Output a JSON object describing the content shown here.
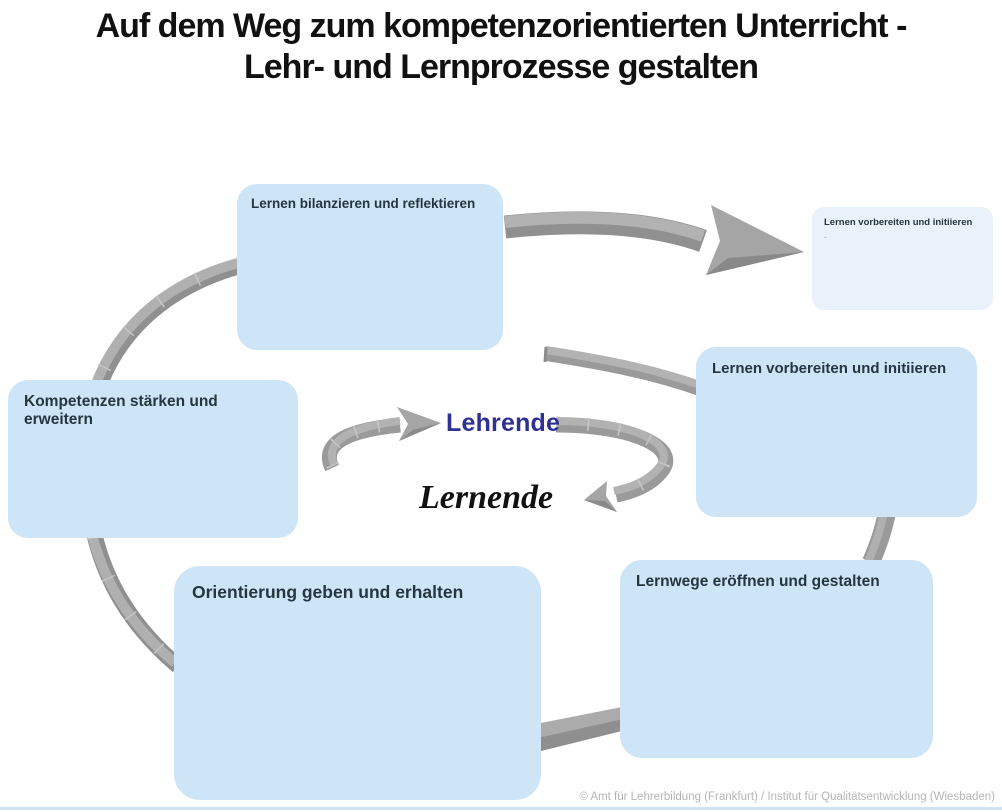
{
  "title": {
    "line1": "Auf dem Weg zum kompetenzorientierten Unterricht -",
    "line2": "Lehr- und Lernprozesse gestalten"
  },
  "cycle": {
    "teachers": "Lehrende",
    "learners": "Lernende"
  },
  "boxes": {
    "bilanzieren": {
      "label": "Lernen bilanzieren und reflektieren"
    },
    "vorbereiten_small": {
      "label": "Lernen vorbereiten und initiieren",
      "note": "-"
    },
    "vorbereiten": {
      "label": "Lernen vorbereiten und initiieren"
    },
    "kompetenzen": {
      "label": "Kompetenzen stärken und erweitern"
    },
    "orientierung": {
      "label": "Orientierung geben und erhalten"
    },
    "lernwege": {
      "label": "Lernwege eröffnen und gestalten"
    }
  },
  "footer": {
    "credit": "© Amt für Lehrerbildung (Frankfurt) / Institut für Qualitätsentwicklung (Wiesbaden)"
  },
  "icons": {
    "arrows": [
      "arrow-bilanzieren-to-vorbereiten-icon",
      "outer-cycle-left-arc-icon",
      "vorbereiten-link-arc-icon",
      "right-connector-arc-icon",
      "bottom-connector-ribbon-icon",
      "cycle-arrow-to-lehrende-icon",
      "cycle-arrow-to-lernende-icon"
    ]
  },
  "colors": {
    "box_fill": "#cde5f6",
    "box_fill_light": "#e9f2fa",
    "box_text": "#263640",
    "title_text": "#111111",
    "teachers_text": "#2e3192",
    "learners_text": "#111111",
    "arrow_main": "#a6a6a6",
    "arrow_dark": "#8d8d8d",
    "arrow_light": "#b5b5b5",
    "footer_text": "#b5b5b5",
    "bottom_rule": "#cfe4f4"
  }
}
